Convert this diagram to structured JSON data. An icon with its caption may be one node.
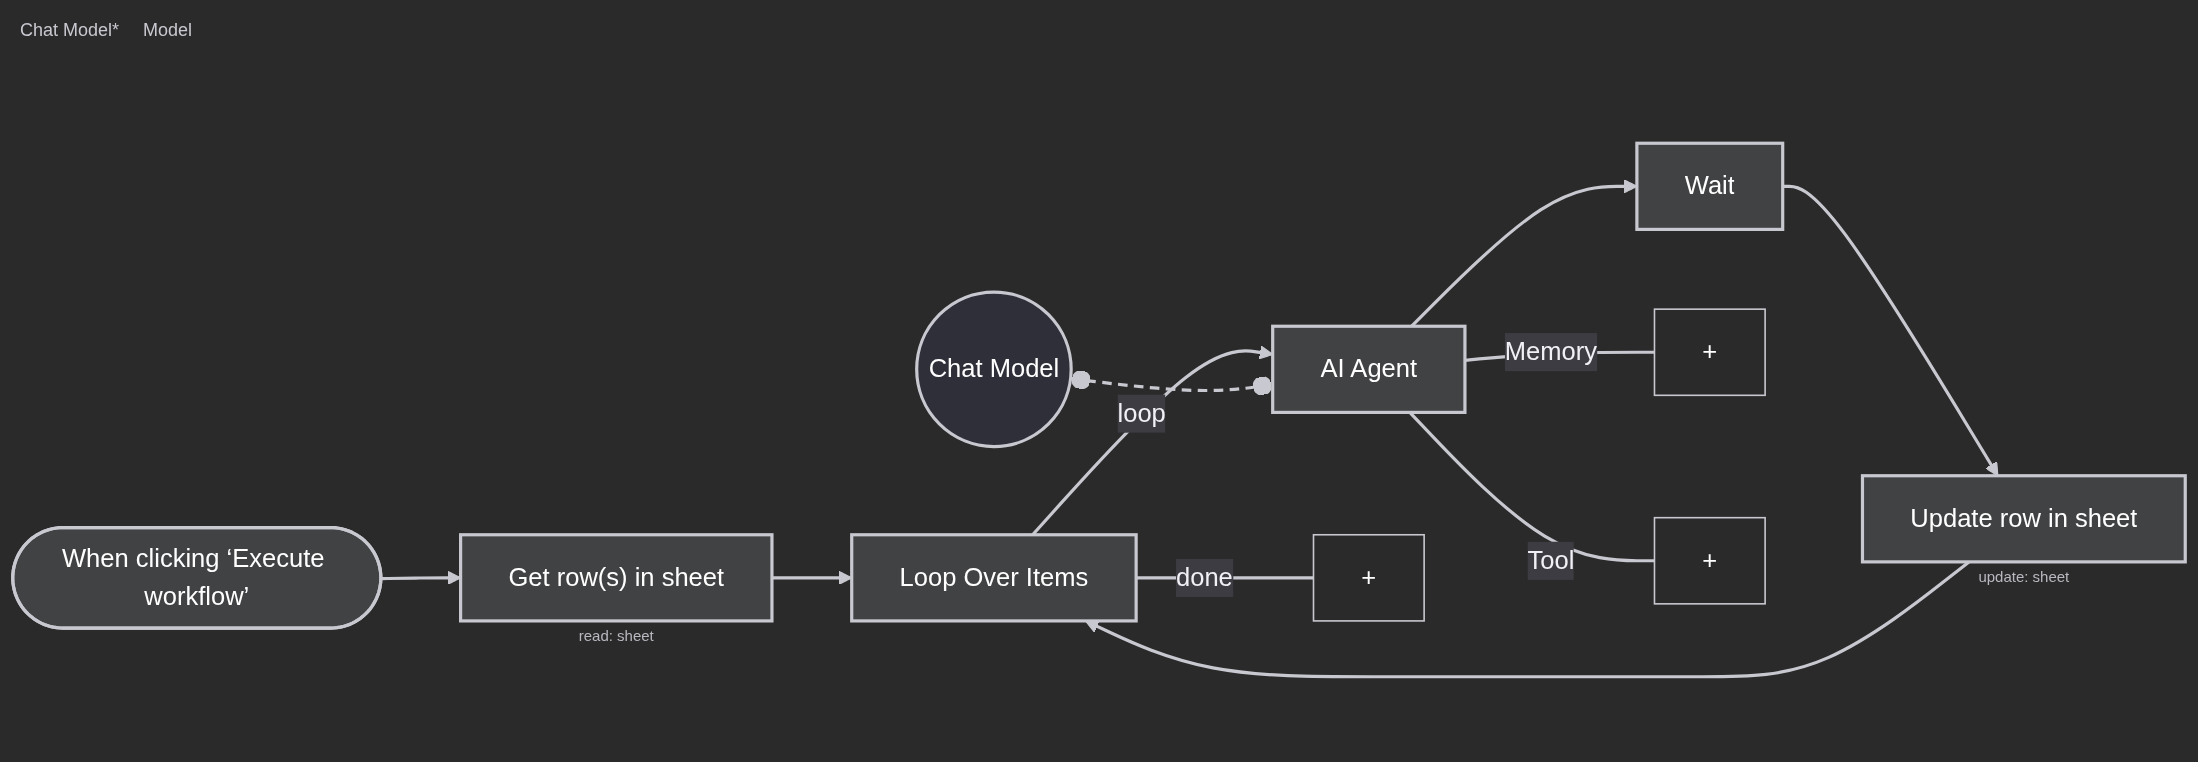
{
  "diagram": {
    "nodes": [
      {
        "text": [
          "When clicking ‘Execute workflow’"
        ]
      },
      {
        "text": [
          "Get row(s) in sheet"
        ],
        "beside": [
          "read: sheet"
        ]
      },
      {
        "text": [
          "Loop Over Items"
        ]
      },
      {
        "text": [
          "AI Agent"
        ]
      },
      {
        "text": [
          "Wait"
        ]
      },
      {
        "text": [
          "Update row in sheet"
        ],
        "beside": [
          "update: sheet"
        ]
      },
      {
        "text": [
          "Chat Model"
        ]
      },
      {
        "text": [
          "+"
        ]
      },
      {
        "text": [
          "+"
        ]
      },
      {
        "text": [
          "+"
        ]
      }
    ],
    "edges": [
      {
        "from": 0,
        "to": 1,
        "arrow": "to"
      },
      {
        "from": 1,
        "to": 2,
        "arrow": "to"
      },
      {
        "from": 2,
        "to": 7,
        "label": "done",
        "arrow": "none"
      },
      {
        "from": 2,
        "to": 3,
        "label": "loop",
        "arrow": "to"
      },
      {
        "from": 3,
        "to": 4,
        "arrow": "to"
      },
      {
        "from": 4,
        "to": 5,
        "arrow": "to"
      },
      {
        "from": 5,
        "to": 2,
        "arrow": "to"
      },
      {
        "from": 3,
        "to": 8,
        "label": "Memory",
        "arrow": "none"
      },
      {
        "from": 3,
        "to": 9,
        "label": "Tool",
        "arrow": "none"
      },
      {
        "from": 6,
        "to": 3,
        "arrow": "other",
        "style": "dashed"
      }
    ],
    "labels": [
      "Chat Model*",
      "Model"
    ]
  }
}
